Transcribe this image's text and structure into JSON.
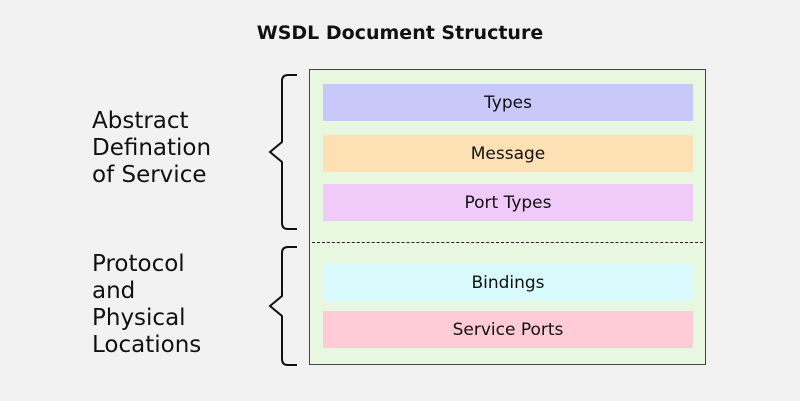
{
  "title": "WSDL Document Structure",
  "groups": [
    {
      "label_lines": [
        "Abstract",
        "Defination",
        "of Service"
      ]
    },
    {
      "label_lines": [
        "Protocol",
        "and",
        "Physical",
        "Locations"
      ]
    }
  ],
  "boxes": [
    {
      "label": "Types",
      "color": "#c8c8fa"
    },
    {
      "label": "Message",
      "color": "#fde1b4"
    },
    {
      "label": "Port Types",
      "color": "#f0caf8"
    },
    {
      "label": "Bindings",
      "color": "#d8fafd"
    },
    {
      "label": "Service Ports",
      "color": "#fecbd6"
    }
  ],
  "colors": {
    "background": "#f2f2f2",
    "container": "#e8f8e0"
  }
}
